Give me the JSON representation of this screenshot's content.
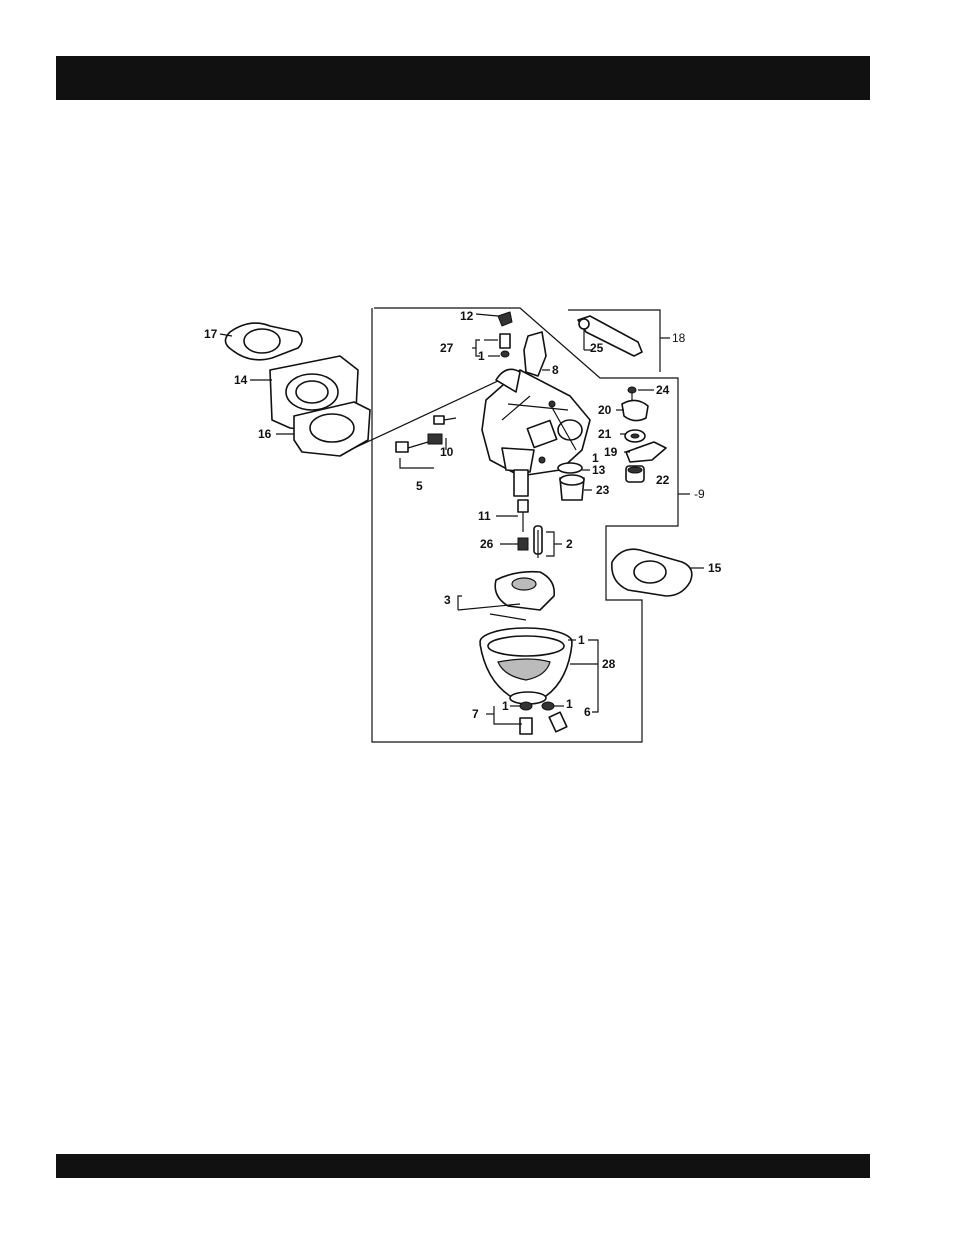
{
  "callouts": {
    "c17": "17",
    "c14": "14",
    "c16": "16",
    "c12": "12",
    "c27": "27",
    "c27_1": "1",
    "c8": "8",
    "c18": "18",
    "c25": "25",
    "c24": "24",
    "c20": "20",
    "c21": "21",
    "c19": "19",
    "c22": "22",
    "c1a": "1",
    "c13": "13",
    "c23": "23",
    "c9": "-9",
    "c10": "10",
    "c5": "5",
    "c11": "11",
    "c26": "26",
    "c2": "2",
    "c15": "15",
    "c3": "3",
    "c28": "28",
    "c28_1": "1",
    "c7": "7",
    "c7_1": "1",
    "c6": "6",
    "c6_1": "1"
  },
  "colors": {
    "ink": "#111111",
    "paper": "#ffffff"
  }
}
